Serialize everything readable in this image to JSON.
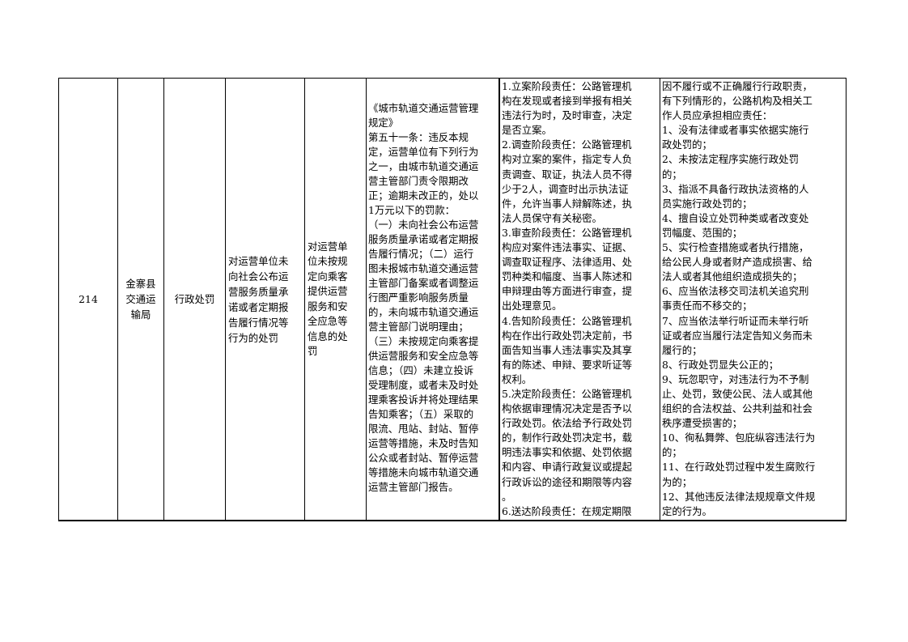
{
  "row": {
    "number": "214",
    "department": "金寨县\n交通运\n输局",
    "category": "行政处罚",
    "item_name": "对运营单位未\n向社会公布运\n营服务质量承\n诺或者定期报\n告履行情况等\n行为的处罚",
    "sub_item": "对运营单\n位未按规\n定向乘客\n提供运营\n服务和安\n全应急等\n信息的处\n罚",
    "basis": "《城市轨道交通运营管理\n规定》\n第五十一条：违反本规\n定，运营单位有下列行为\n之一，由城市轨道交通运\n营主管部门责令限期改\n正；逾期未改正的，处以\n1万元以下的罚款：\n（一）未向社会公布运营\n服务质量承诺或者定期报\n告履行情况；（二）运行\n图未报城市轨道交通运营\n主管部门备案或者调整运\n行图严重影响服务质量\n的，未向城市轨道交通运\n营主管部门说明理由；\n（三）未按规定向乘客提\n供运营服务和安全应急等\n信息；（四）未建立投诉\n受理制度，或者未及时处\n理乘客投诉并将处理结果\n告知乘客；（五）采取的\n限流、甩站、封站、暂停\n运营等措施，未及时告知\n公众或者封站、暂停运营\n等措施未向城市轨道交通\n运营主管部门报告。",
    "responsibility": "1.立案阶段责任：公路管理机\n构在发现或者接到举报有相关\n违法行为时，及时审查，决定\n是否立案。\n2.调查阶段责任：公路管理机\n构对立案的案件，指定专人负\n责调查、取证，执法人员不得\n少于2人，调查时出示执法证\n件，允许当事人辩解陈述，执\n法人员保守有关秘密。\n3.审查阶段责任：公路管理机\n构应对案件违法事实、证据、\n调查取证程序、法律适用、处\n罚种类和幅度、当事人陈述和\n申辩理由等方面进行审查，提\n出处理意见。\n4.告知阶段责任：公路管理机\n构在作出行政处罚决定前，书\n面告知当事人违法事实及其享\n有的陈述、申辩、要求听证等\n权利。\n5.决定阶段责任：公路管理机\n构依据审理情况决定是否予以\n行政处罚。依法给予行政处罚\n的，制作行政处罚决定书，载\n明违法事实和依据、处罚依据\n和内容、申请行政复议或提起\n行政诉讼的途径和期限等内容\n。\n6.送达阶段责任：在规定期限",
    "accountability": "因不履行或不正确履行行政职责，\n有下列情形的，公路机构及相关工\n作人员应承担相应责任：\n1、没有法律或者事实依据实施行\n政处罚的；\n2、未按法定程序实施行政处罚\n的；\n3、指派不具备行政执法资格的人\n员实施行政处罚的；\n4、擅自设立处罚种类或者改变处\n罚幅度、范围的；\n5、实行检查措施或者执行措施，\n给公民人身或者财产造成损害、给\n法人或者其他组织造成损失的；\n6、应当依法移交司法机关追究刑\n事责任而不移交的；\n7、应当依法举行听证而未举行听\n证或者应当履行法定告知义务而未\n履行的；\n8、行政处罚显失公正的；\n9、玩忽职守，对违法行为不予制\n止、处罚，致使公民、法人或其他\n组织的合法权益、公共利益和社会\n秩序遭受损害的；\n10、徇私舞弊、包庇纵容违法行为\n的；\n11、在行政处罚过程中发生腐败行\n为的；\n12、其他违反法律法规规章文件规\n定的行为。"
  }
}
